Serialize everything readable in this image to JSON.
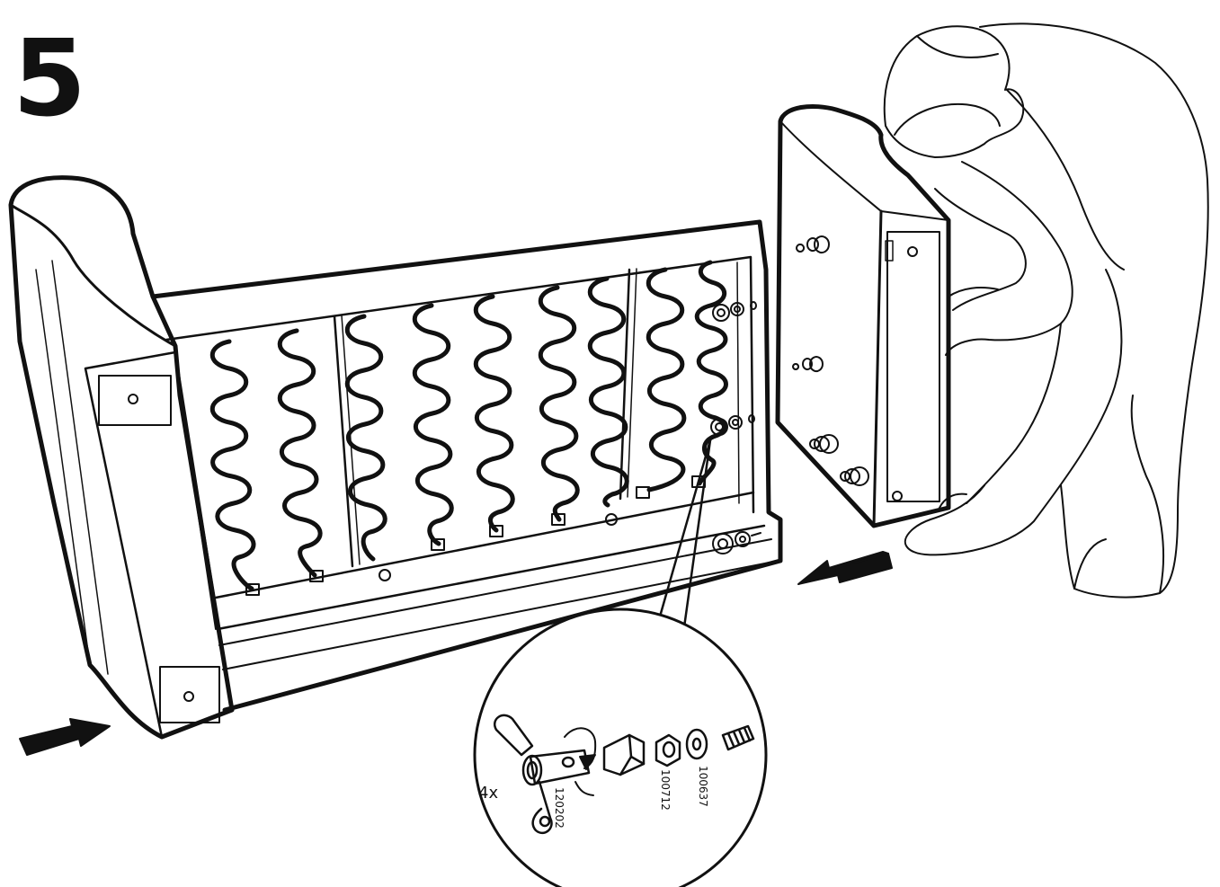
{
  "step": {
    "number": "5"
  },
  "detail": {
    "quantity": "4x",
    "parts": [
      {
        "id": "120202"
      },
      {
        "id": "100712"
      },
      {
        "id": "100637"
      }
    ]
  },
  "colors": {
    "ink": "#111111",
    "paper": "#ffffff",
    "arrow": "#111111"
  },
  "icons": [
    "push-arrow-icon",
    "rotate-arrow-icon",
    "wrench-key-icon",
    "nut-icon",
    "washer-icon",
    "bolt-icon"
  ]
}
